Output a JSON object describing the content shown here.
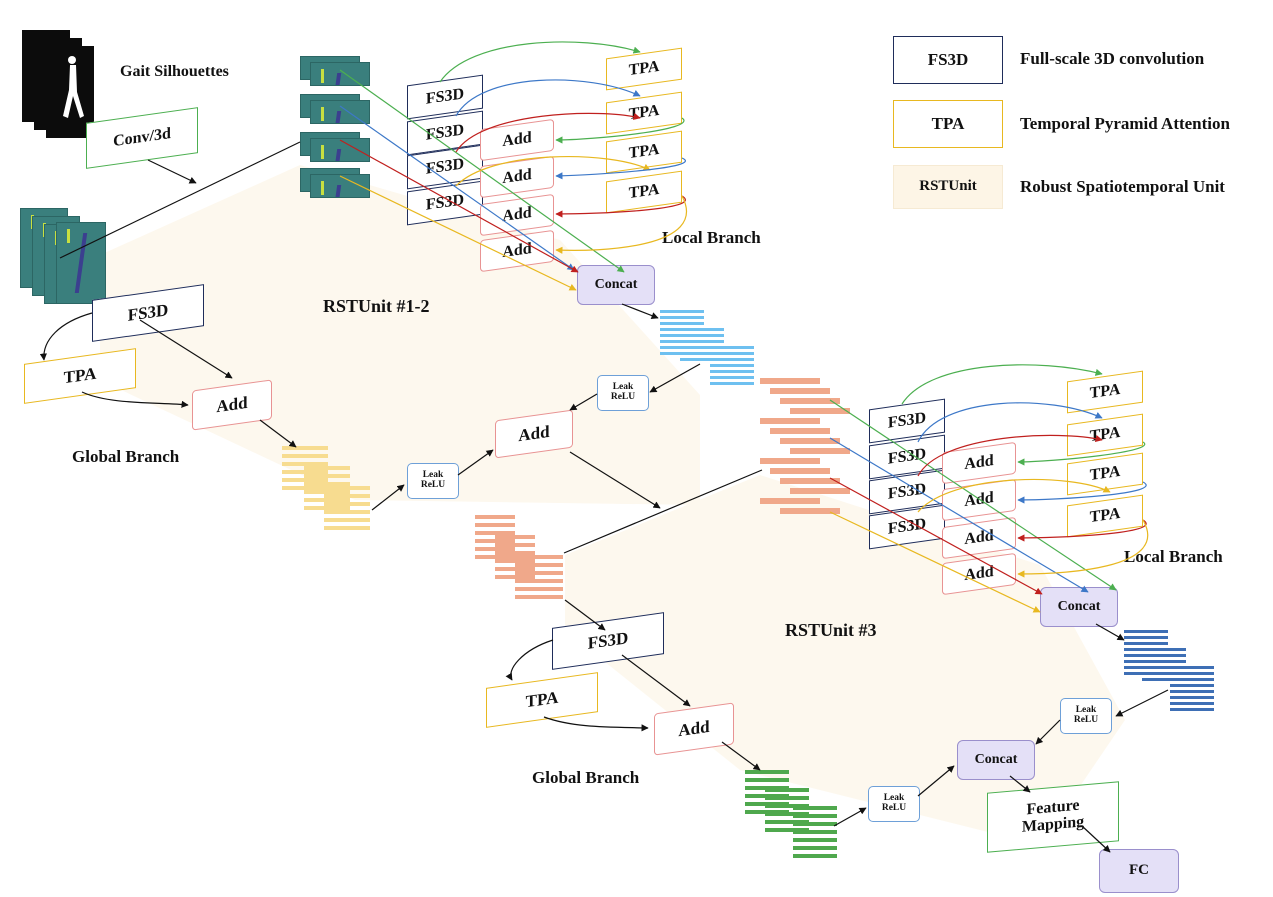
{
  "legend": {
    "fs3d": {
      "abbr": "FS3D",
      "desc": "Full-scale 3D convolution"
    },
    "tpa": {
      "abbr": "TPA",
      "desc": "Temporal Pyramid Attention"
    },
    "rst": {
      "abbr": "RSTUnit",
      "desc": "Robust Spatiotemporal Unit"
    }
  },
  "labels": {
    "gait_silhouettes": "Gait Silhouettes",
    "conv3d": "Conv/3d",
    "local_branch": "Local Branch",
    "global_branch": "Global Branch",
    "rstunit_12": "RSTUnit #1-2",
    "rstunit_3": "RSTUnit #3"
  },
  "blocks": {
    "fs3d": "FS3D",
    "tpa": "TPA",
    "add": "Add",
    "concat": "Concat",
    "leak_line1": "Leak",
    "leak_line2": "ReLU",
    "feature_line1": "Feature",
    "feature_line2": "Mapping",
    "fc": "FC"
  },
  "colors": {
    "green": "#4caf50",
    "blue": "#3d78c8",
    "red": "#c0201e",
    "yellow": "#e8b820",
    "fs3d_border": "#1f2d5a",
    "tpa_border": "#e8b820",
    "add_border": "#e89393",
    "concat_fill": "#e4e0f7",
    "rst_fill": "#fdf5e6",
    "feat_light_blue": "#6ec0f0",
    "feat_salmon": "#f0a88a",
    "feat_yellow": "#f7dc90",
    "feat_dark_blue": "#3e6fb5",
    "feat_green": "#4fa84d"
  }
}
